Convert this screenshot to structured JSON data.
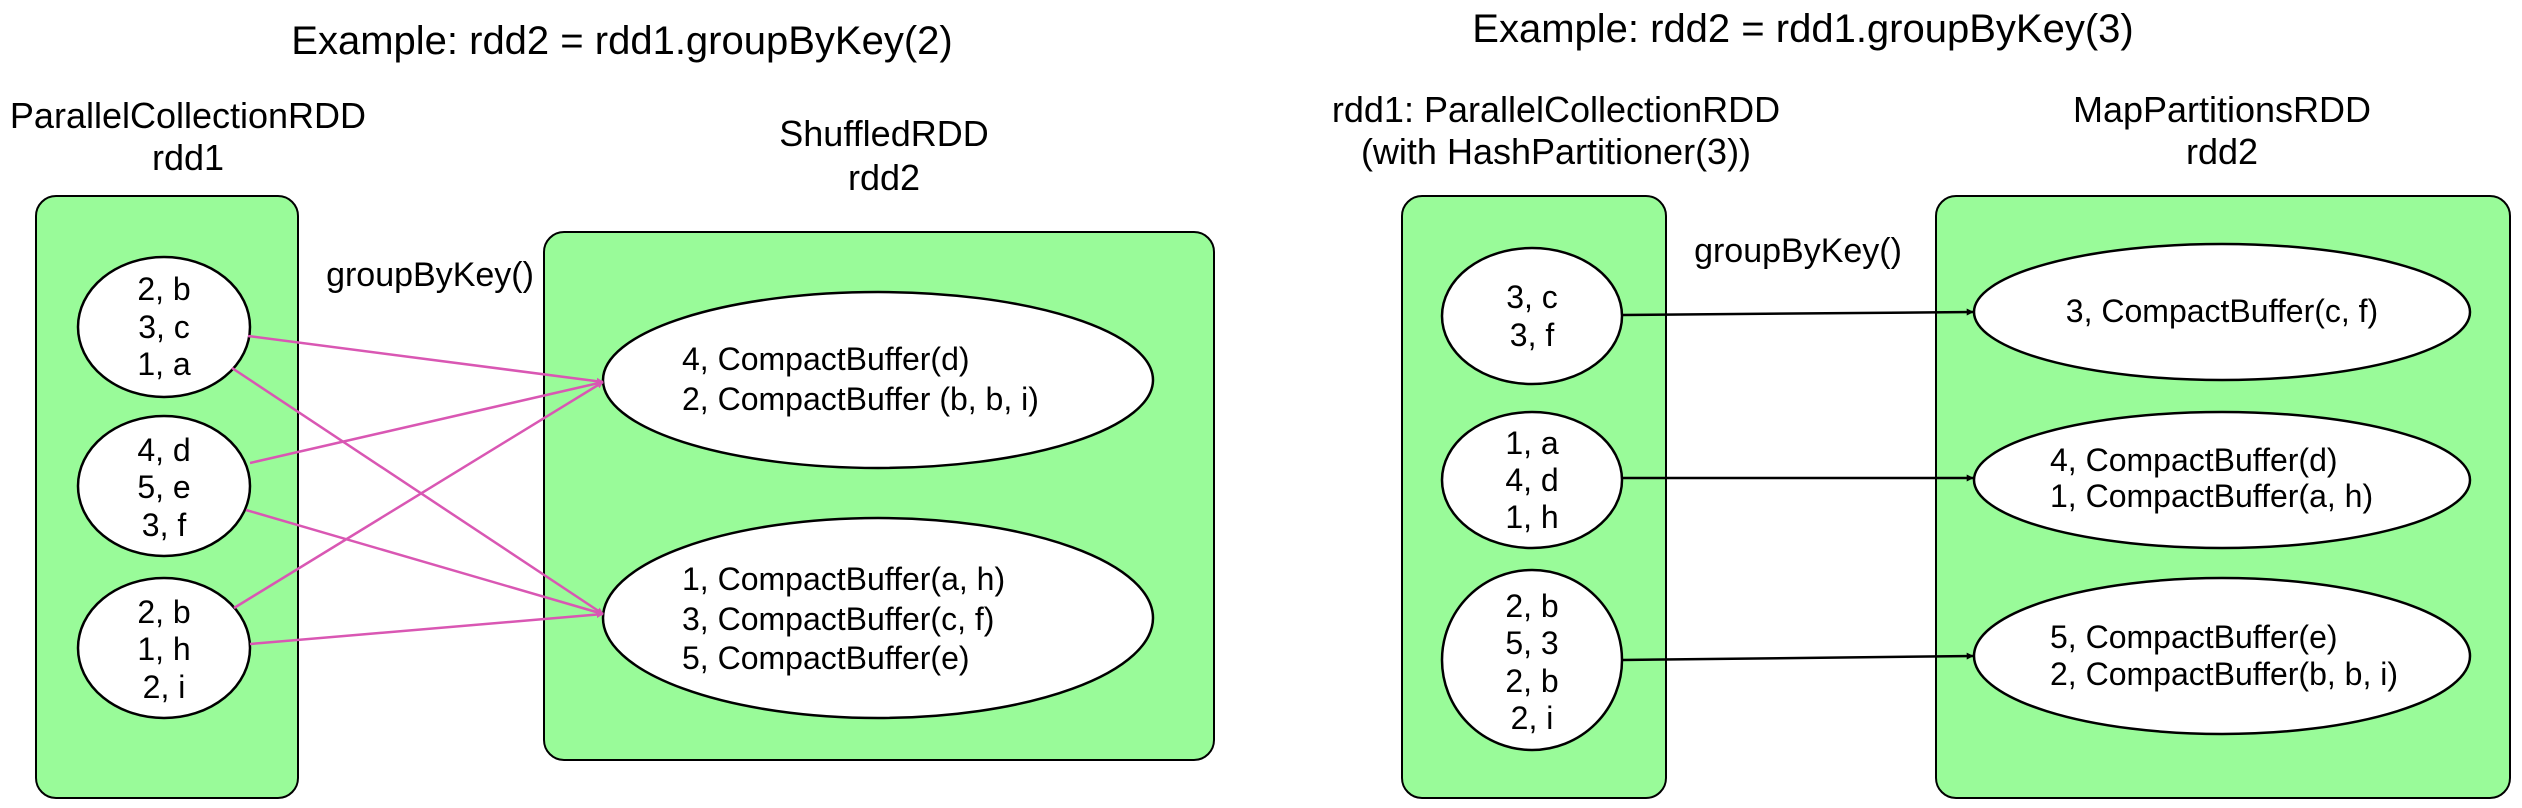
{
  "left": {
    "title": "Example: rdd2 = rdd1.groupByKey(2)",
    "source_label": [
      "ParallelCollectionRDD",
      "rdd1"
    ],
    "target_label": [
      "ShuffledRDD",
      "rdd2"
    ],
    "operation": "groupByKey()",
    "source_partitions": [
      [
        "2, b",
        "3, c",
        "1, a"
      ],
      [
        "4, d",
        "5, e",
        "3, f"
      ],
      [
        "2, b",
        "1, h",
        "2, i"
      ]
    ],
    "target_partitions": [
      [
        "4, CompactBuffer(d)",
        "2, CompactBuffer (b, b, i)"
      ],
      [
        "1, CompactBuffer(a, h)",
        "3, CompactBuffer(c, f)",
        "5, CompactBuffer(e)"
      ]
    ],
    "arrow_color": "#d957b3"
  },
  "right": {
    "title": "Example: rdd2 = rdd1.groupByKey(3)",
    "source_label": [
      "rdd1: ParallelCollectionRDD",
      "(with HashPartitioner(3))"
    ],
    "target_label": [
      "MapPartitionsRDD",
      "rdd2"
    ],
    "operation": "groupByKey()",
    "source_partitions": [
      [
        "3, c",
        "3, f"
      ],
      [
        "1, a",
        "4, d",
        "1, h"
      ],
      [
        "2, b",
        "5, 3",
        "2, b",
        "2, i"
      ]
    ],
    "target_partitions": [
      [
        "3, CompactBuffer(c, f)"
      ],
      [
        "4, CompactBuffer(d)",
        "1, CompactBuffer(a, h)"
      ],
      [
        "5, CompactBuffer(e)",
        "2, CompactBuffer(b, b, i)"
      ]
    ],
    "arrow_color": "#000000"
  },
  "colors": {
    "partition_fill": "#99fb99",
    "node_fill": "#ffffff",
    "stroke": "#000000"
  }
}
